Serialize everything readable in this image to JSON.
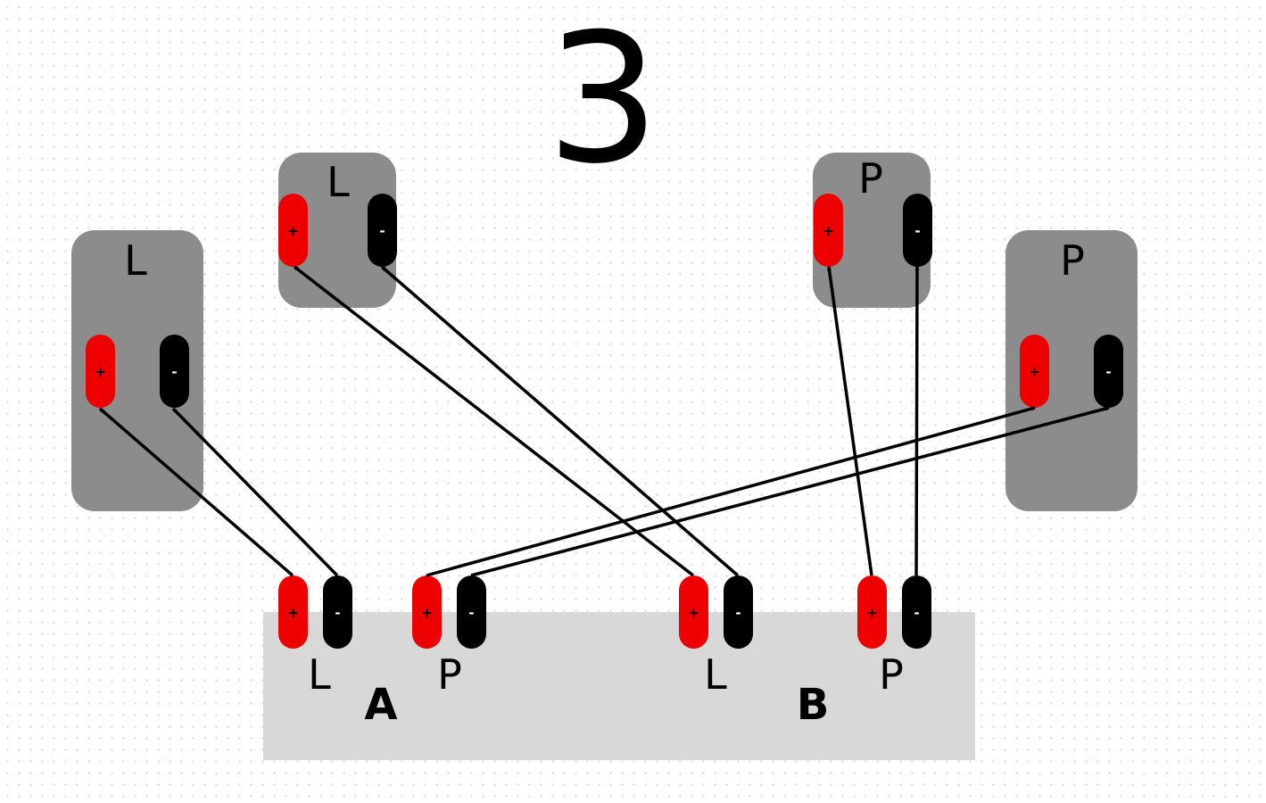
{
  "title": "3",
  "terminal_signs": {
    "plus": "+",
    "minus": "-"
  },
  "speakers": [
    {
      "id": "speaker-left-outer",
      "label": "L"
    },
    {
      "id": "speaker-left-inner",
      "label": "L"
    },
    {
      "id": "speaker-right-inner",
      "label": "P"
    },
    {
      "id": "speaker-right-outer",
      "label": "P"
    }
  ],
  "amplifier": {
    "channels": [
      {
        "name": "A",
        "outputs": [
          "L",
          "P"
        ]
      },
      {
        "name": "B",
        "outputs": [
          "L",
          "P"
        ]
      }
    ]
  },
  "connections": [
    {
      "from": "A-L",
      "to": "speaker-left-outer"
    },
    {
      "from": "A-P",
      "to": "speaker-right-outer"
    },
    {
      "from": "B-L",
      "to": "speaker-left-inner"
    },
    {
      "from": "B-P",
      "to": "speaker-right-inner"
    }
  ],
  "colors": {
    "positive_terminal": "#ee0000",
    "negative_terminal": "#000000",
    "speaker_box": "#8c8c8c",
    "amplifier_body": "#d8d8d8",
    "wire": "#000000"
  }
}
